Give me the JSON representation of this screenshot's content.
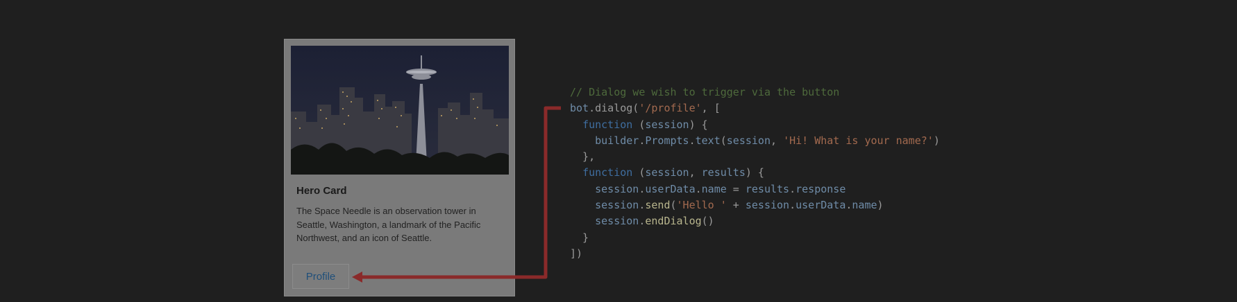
{
  "card": {
    "title": "Hero Card",
    "text": "The Space Needle is an observation tower in Seattle, Washington, a landmark of the Pacific Northwest, and an icon of Seattle.",
    "button_label": "Profile",
    "image_name": "seattle-skyline-image"
  },
  "code": {
    "lines": [
      [
        {
          "t": "// Dialog we wish to trigger via the button",
          "c": "c-comment"
        }
      ],
      [
        {
          "t": "bot",
          "c": "c-ident"
        },
        {
          "t": ".dialog(",
          "c": "c-plain"
        },
        {
          "t": "'/profile'",
          "c": "c-str"
        },
        {
          "t": ", [",
          "c": "c-plain"
        }
      ],
      [
        {
          "t": "  ",
          "c": "c-plain"
        },
        {
          "t": "function",
          "c": "c-kw"
        },
        {
          "t": " (",
          "c": "c-plain"
        },
        {
          "t": "session",
          "c": "c-ident"
        },
        {
          "t": ") {",
          "c": "c-plain"
        }
      ],
      [
        {
          "t": "    ",
          "c": "c-plain"
        },
        {
          "t": "builder",
          "c": "c-ident"
        },
        {
          "t": ".",
          "c": "c-plain"
        },
        {
          "t": "Prompts",
          "c": "c-ident"
        },
        {
          "t": ".",
          "c": "c-plain"
        },
        {
          "t": "text",
          "c": "c-ident"
        },
        {
          "t": "(",
          "c": "c-plain"
        },
        {
          "t": "session",
          "c": "c-ident"
        },
        {
          "t": ", ",
          "c": "c-plain"
        },
        {
          "t": "'Hi! What is your name?'",
          "c": "c-str"
        },
        {
          "t": ")",
          "c": "c-plain"
        }
      ],
      [
        {
          "t": "  },",
          "c": "c-plain"
        }
      ],
      [
        {
          "t": "  ",
          "c": "c-plain"
        },
        {
          "t": "function",
          "c": "c-kw"
        },
        {
          "t": " (",
          "c": "c-plain"
        },
        {
          "t": "session",
          "c": "c-ident"
        },
        {
          "t": ", ",
          "c": "c-plain"
        },
        {
          "t": "results",
          "c": "c-ident"
        },
        {
          "t": ") {",
          "c": "c-plain"
        }
      ],
      [
        {
          "t": "    ",
          "c": "c-plain"
        },
        {
          "t": "session",
          "c": "c-ident"
        },
        {
          "t": ".",
          "c": "c-plain"
        },
        {
          "t": "userData",
          "c": "c-ident"
        },
        {
          "t": ".",
          "c": "c-plain"
        },
        {
          "t": "name",
          "c": "c-ident"
        },
        {
          "t": " = ",
          "c": "c-plain"
        },
        {
          "t": "results",
          "c": "c-ident"
        },
        {
          "t": ".",
          "c": "c-plain"
        },
        {
          "t": "response",
          "c": "c-ident"
        }
      ],
      [
        {
          "t": "    ",
          "c": "c-plain"
        },
        {
          "t": "session",
          "c": "c-ident"
        },
        {
          "t": ".",
          "c": "c-plain"
        },
        {
          "t": "send",
          "c": "c-fn"
        },
        {
          "t": "(",
          "c": "c-plain"
        },
        {
          "t": "'Hello '",
          "c": "c-str"
        },
        {
          "t": " + ",
          "c": "c-plain"
        },
        {
          "t": "session",
          "c": "c-ident"
        },
        {
          "t": ".",
          "c": "c-plain"
        },
        {
          "t": "userData",
          "c": "c-ident"
        },
        {
          "t": ".",
          "c": "c-plain"
        },
        {
          "t": "name",
          "c": "c-ident"
        },
        {
          "t": ")",
          "c": "c-plain"
        }
      ],
      [
        {
          "t": "    ",
          "c": "c-plain"
        },
        {
          "t": "session",
          "c": "c-ident"
        },
        {
          "t": ".",
          "c": "c-plain"
        },
        {
          "t": "endDialog",
          "c": "c-fn"
        },
        {
          "t": "()",
          "c": "c-plain"
        }
      ],
      [
        {
          "t": "  }",
          "c": "c-plain"
        }
      ],
      [
        {
          "t": "])",
          "c": "c-plain"
        }
      ]
    ]
  },
  "colors": {
    "background": "#1f1f1f",
    "card": "#7a7a7a",
    "arrow": "#8a2a2a",
    "button_text": "#1f4f7a"
  },
  "arrow_icon": "red-connector-arrow-icon"
}
